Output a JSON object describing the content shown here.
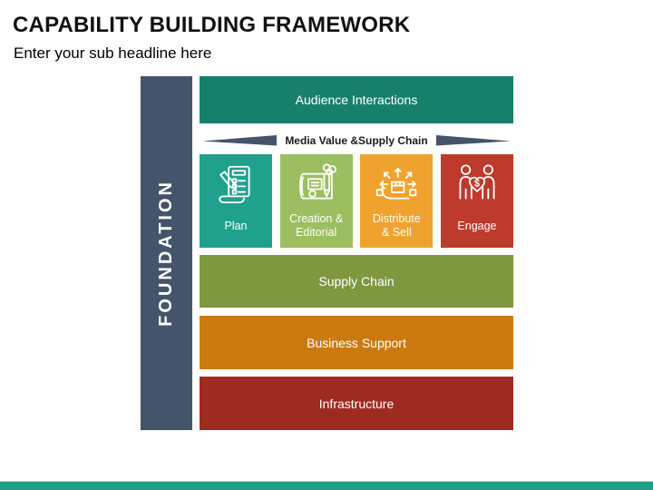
{
  "header": {
    "title": "CAPABILITY BUILDING FRAMEWORK",
    "subtitle": "Enter your sub headline here"
  },
  "framework": {
    "foundation": {
      "label": "FOUNDATION",
      "color": "#44546A"
    },
    "audience_bar": {
      "label": "Audience Interactions",
      "color": "#17806B"
    },
    "media_chain": {
      "label": "Media Value &Supply Chain",
      "arrow_color": "#44546A"
    },
    "capability_boxes": [
      {
        "label_lines": [
          "Plan"
        ],
        "icon": "plan-checklist-icon",
        "color": "#1FA18D"
      },
      {
        "label_lines": [
          "Creation &",
          "Editorial"
        ],
        "icon": "creation-editorial-icon",
        "color": "#9CBE60"
      },
      {
        "label_lines": [
          "Distribute",
          "& Sell"
        ],
        "icon": "distribute-sell-icon",
        "color": "#F0A22F"
      },
      {
        "label_lines": [
          "Engage"
        ],
        "icon": "engage-people-icon",
        "color": "#BE3A2C"
      }
    ],
    "layer_bars": [
      {
        "label": "Supply Chain",
        "color": "#7E9840"
      },
      {
        "label": "Business Support",
        "color": "#CB7A10"
      },
      {
        "label": "Infrastructure",
        "color": "#9E2B21"
      }
    ]
  },
  "footer": {
    "strip_color": "#1F9E85"
  }
}
